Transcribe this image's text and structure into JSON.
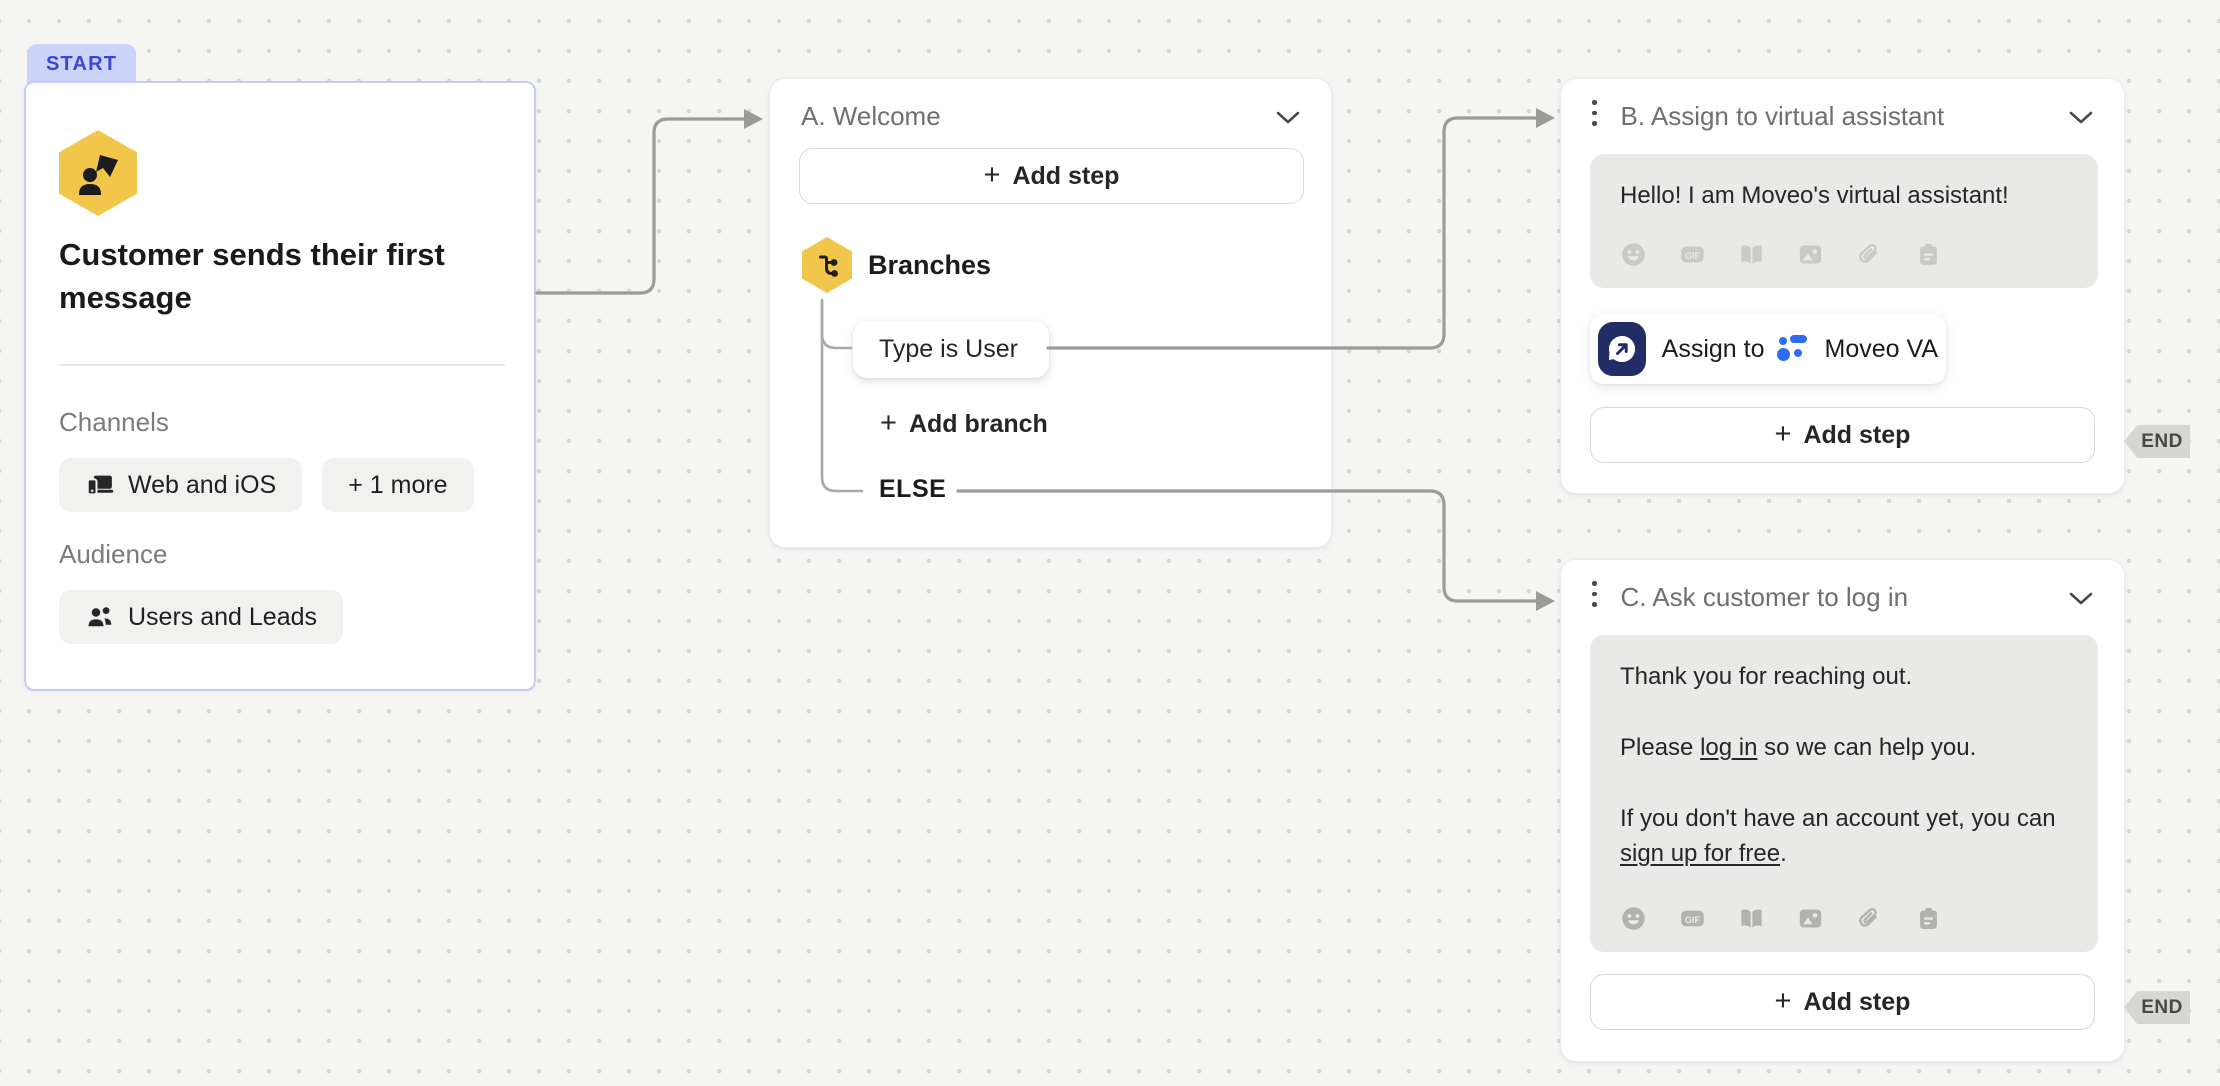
{
  "canvas": {
    "background": "#f5f5f3",
    "dot_color": "#d8d8d6",
    "connector_color": "#9b9b99",
    "accent_border": "#c5ccf5",
    "hexagon_yellow": "#f1c64b",
    "brand_blue": "#2e6cf6",
    "assign_navy": "#222c66"
  },
  "labels": {
    "plus": "+",
    "add_step": "Add step",
    "end": "END",
    "gif": "GIF"
  },
  "start_node": {
    "badge": "START",
    "icon": "person-arrow-icon",
    "title": "Customer sends their first message",
    "channels_label": "Channels",
    "channel_primary": "Web and iOS",
    "channel_more": "+ 1 more",
    "audience_label": "Audience",
    "audience_value": "Users and Leads"
  },
  "node_a": {
    "title": "A. Welcome",
    "branches_label": "Branches",
    "branch_chip": "Type is User",
    "add_branch": "Add branch",
    "else_label": "ELSE"
  },
  "node_b": {
    "title": "B. Assign to virtual assistant",
    "message": "Hello! I am Moveo's virtual assistant!",
    "assign_prefix": "Assign to",
    "assign_target": "Moveo VA"
  },
  "node_c": {
    "title": "C. Ask customer to log in",
    "message_p1": "Thank you for reaching out.",
    "p2_pre": "Please ",
    "p2_link": "log in",
    "p2_post": " so we can help you.",
    "p3_pre": "If you don't have an account yet, you can ",
    "p3_link": "sign up for free",
    "p3_post": "."
  },
  "toolbar_icons": [
    "emoji-icon",
    "gif-icon",
    "carousel-icon",
    "image-icon",
    "attachment-icon",
    "survey-icon"
  ]
}
